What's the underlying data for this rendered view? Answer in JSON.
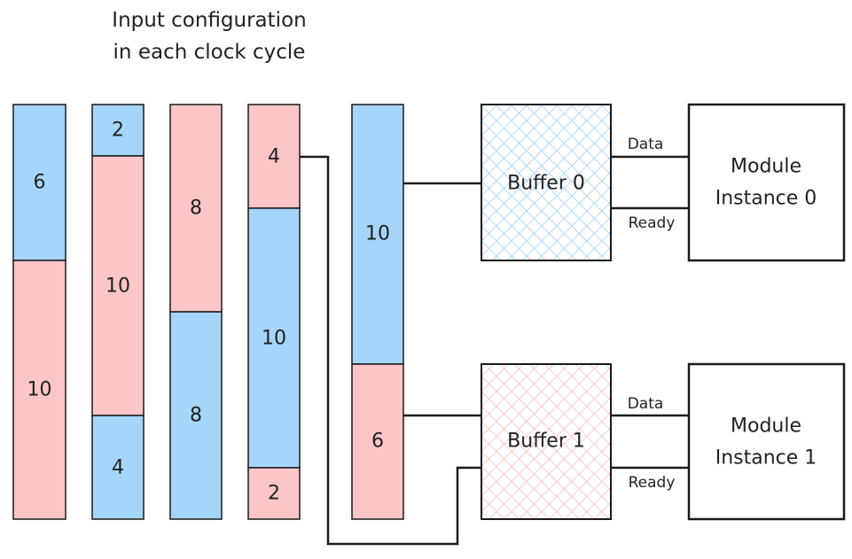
{
  "title": {
    "line1": "Input configuration",
    "line2": "in each clock cycle"
  },
  "colors": {
    "blue": "#a6d5fa",
    "pink": "#fcc5c7",
    "stroke": "#1a1a1a",
    "text": "#222222"
  },
  "columns": [
    {
      "segments": [
        {
          "value": "6",
          "color": "blue"
        },
        {
          "value": "10",
          "color": "pink"
        }
      ]
    },
    {
      "segments": [
        {
          "value": "2",
          "color": "blue"
        },
        {
          "value": "10",
          "color": "pink"
        },
        {
          "value": "4",
          "color": "blue"
        }
      ]
    },
    {
      "segments": [
        {
          "value": "8",
          "color": "pink"
        },
        {
          "value": "8",
          "color": "blue"
        }
      ]
    },
    {
      "segments": [
        {
          "value": "4",
          "color": "pink"
        },
        {
          "value": "10",
          "color": "blue"
        },
        {
          "value": "2",
          "color": "pink"
        }
      ]
    }
  ],
  "current_column": {
    "segments": [
      {
        "value": "10",
        "color": "blue"
      },
      {
        "value": "6",
        "color": "pink"
      }
    ]
  },
  "buffers": [
    {
      "label": "Buffer 0",
      "color": "blue"
    },
    {
      "label": "Buffer 1",
      "color": "pink"
    }
  ],
  "modules": [
    {
      "line1": "Module",
      "line2": "Instance 0"
    },
    {
      "line1": "Module",
      "line2": "Instance 1"
    }
  ],
  "signals": {
    "data": "Data",
    "ready": "Ready"
  }
}
